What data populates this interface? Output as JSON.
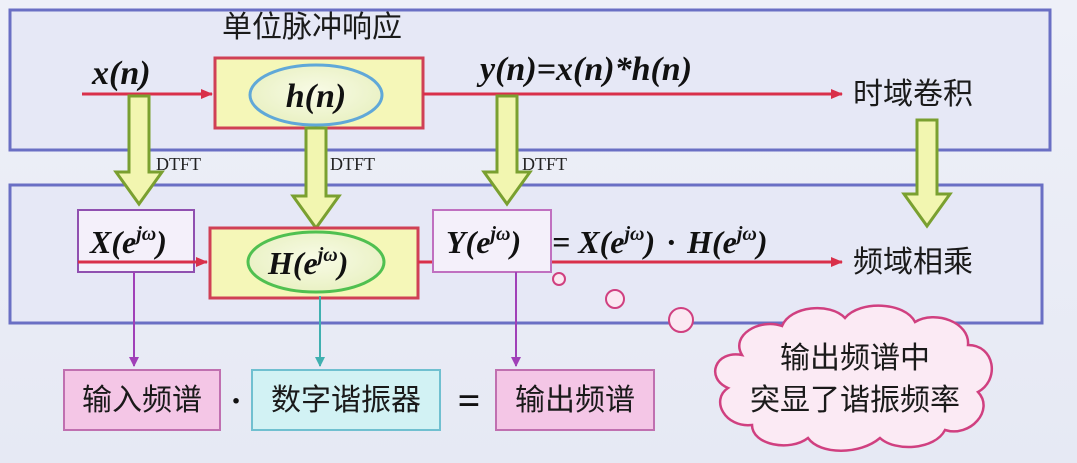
{
  "labels": {
    "unit_impulse_response": "单位脉冲响应",
    "time_conv": "时域卷积",
    "freq_mult": "频域相乘",
    "dtft1": "DTFT",
    "dtft2": "DTFT",
    "dtft3": "DTFT"
  },
  "math": {
    "x_n": "x(n)",
    "h_n": "h(n)",
    "y_eq": "y(n)=x(n)*h(n)",
    "X_e": "X(e",
    "H_e": "H(e",
    "Y_e": "Y(e",
    "Y_rhs": "= X(e",
    "dot": "·",
    "H_rhs": "H(e",
    "jw": "jω",
    "close_paren": ")"
  },
  "bottom": {
    "input_spectrum": "输入频谱",
    "dot": "·",
    "resonator": "数字谐振器",
    "equals": "=",
    "output_spectrum": "输出频谱"
  },
  "cloud": {
    "line1": "输出频谱中",
    "line2": "突显了谐振频率"
  }
}
